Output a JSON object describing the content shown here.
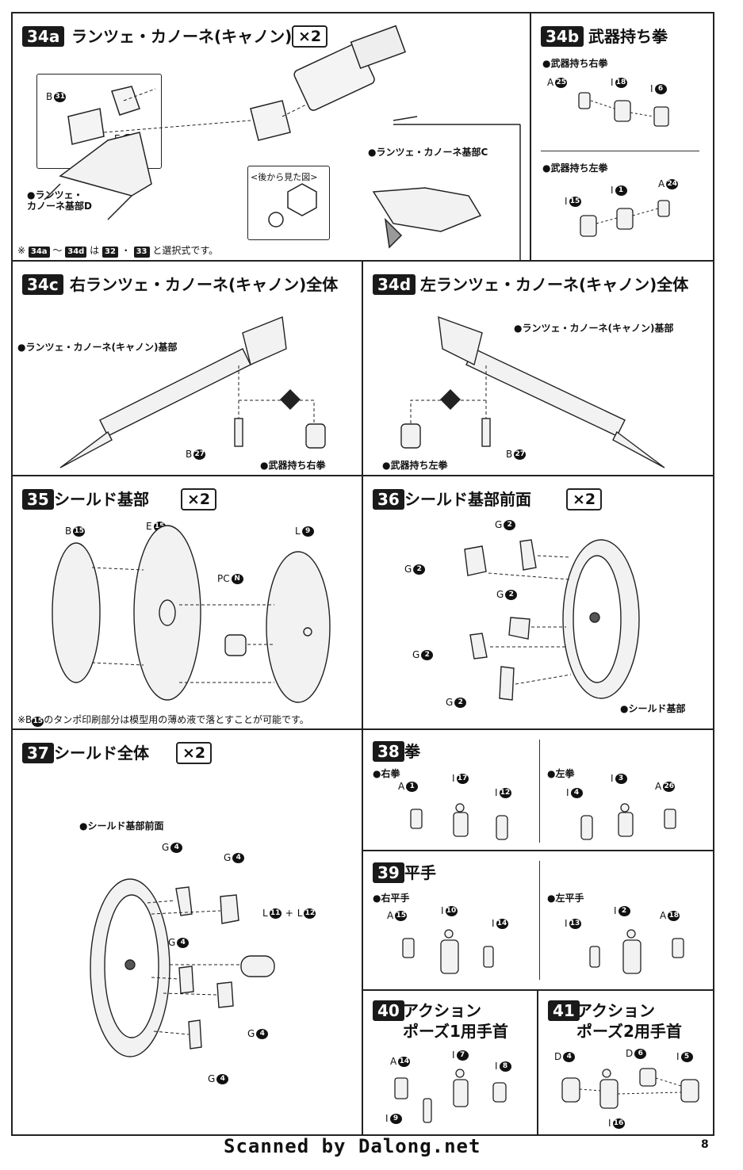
{
  "steps": {
    "s34a": {
      "no": "34a",
      "title": "ランツェ・カノーネ(キャノン)基部",
      "qty": "×2",
      "labels": {
        "b": "B",
        "b_n": "31",
        "e": "E",
        "e_n": "3",
        "d": "●ランツェ・\nカノーネ基部D",
        "c": "●ランツェ・カノーネ基部C",
        "view": "<後から見た図>"
      },
      "note_prefix": "※",
      "note_a": "34a",
      "note_mid": "～",
      "note_b": "34d",
      "note_text": "は",
      "note_c": "32",
      "note_dot": "・",
      "note_d": "33",
      "note_end": "と選択式です。"
    },
    "s34b": {
      "no": "34b",
      "title": "武器持ち拳",
      "right": {
        "heading": "●武器持ち右拳",
        "a": "A",
        "a_n": "25",
        "i1": "I",
        "i1_n": "18",
        "i2": "I",
        "i2_n": "6"
      },
      "left": {
        "heading": "●武器持ち左拳",
        "i1": "I",
        "i1_n": "15",
        "i2": "I",
        "i2_n": "1",
        "a": "A",
        "a_n": "24"
      }
    },
    "s34c": {
      "no": "34c",
      "title": "右ランツェ・カノーネ(キャノン)全体",
      "base": "●ランツェ・カノーネ(キャノン)基部",
      "b": "B",
      "b_n": "27",
      "fist": "●武器持ち右拳"
    },
    "s34d": {
      "no": "34d",
      "title": "左ランツェ・カノーネ(キャノン)全体",
      "base": "●ランツェ・カノーネ(キャノン)基部",
      "b": "B",
      "b_n": "27",
      "fist": "●武器持ち左拳"
    },
    "s35": {
      "no": "35",
      "title": "シールド基部",
      "qty": "×2",
      "b": "B",
      "b_n": "15",
      "e": "E",
      "e_n": "15",
      "l": "L",
      "l_n": "9",
      "pc": "PC",
      "pc_n": "N",
      "note_prefix": "※B",
      "note_n": "15",
      "note_text": "のタンポ印刷部分は模型用の薄め液で落とすことが可能です。"
    },
    "s36": {
      "no": "36",
      "title": "シールド基部前面",
      "qty": "×2",
      "g": "G",
      "g_n": "2",
      "base": "●シールド基部"
    },
    "s37": {
      "no": "37",
      "title": "シールド全体",
      "qty": "×2",
      "front": "●シールド基部前面",
      "g": "G",
      "g_n": "4",
      "l1": "L",
      "l1_n": "11",
      "plus": "+",
      "l2": "L",
      "l2_n": "12"
    },
    "s38": {
      "no": "38",
      "title": "拳",
      "right": {
        "heading": "●右拳",
        "a": "A",
        "a_n": "1",
        "i1": "I",
        "i1_n": "17",
        "i2": "I",
        "i2_n": "12"
      },
      "left": {
        "heading": "●左拳",
        "i1": "I",
        "i1_n": "4",
        "i2": "I",
        "i2_n": "3",
        "a": "A",
        "a_n": "26"
      }
    },
    "s39": {
      "no": "39",
      "title": "平手",
      "right": {
        "heading": "●右平手",
        "a": "A",
        "a_n": "15",
        "i1": "I",
        "i1_n": "10",
        "i2": "I",
        "i2_n": "14"
      },
      "left": {
        "heading": "●左平手",
        "i1": "I",
        "i1_n": "13",
        "i2": "I",
        "i2_n": "2",
        "a": "A",
        "a_n": "18"
      }
    },
    "s40": {
      "no": "40",
      "title1": "アクション",
      "title2": "ポーズ1用手首",
      "a": "A",
      "a_n": "14",
      "i1": "I",
      "i1_n": "7",
      "i2": "I",
      "i2_n": "8",
      "i3": "I",
      "i3_n": "9"
    },
    "s41": {
      "no": "41",
      "title1": "アクション",
      "title2": "ポーズ2用手首",
      "d1": "D",
      "d1_n": "4",
      "d2": "D",
      "d2_n": "6",
      "i1": "I",
      "i1_n": "5",
      "i2": "I",
      "i2_n": "16"
    }
  },
  "footer": "Scanned by Dalong.net",
  "page_number": "8"
}
